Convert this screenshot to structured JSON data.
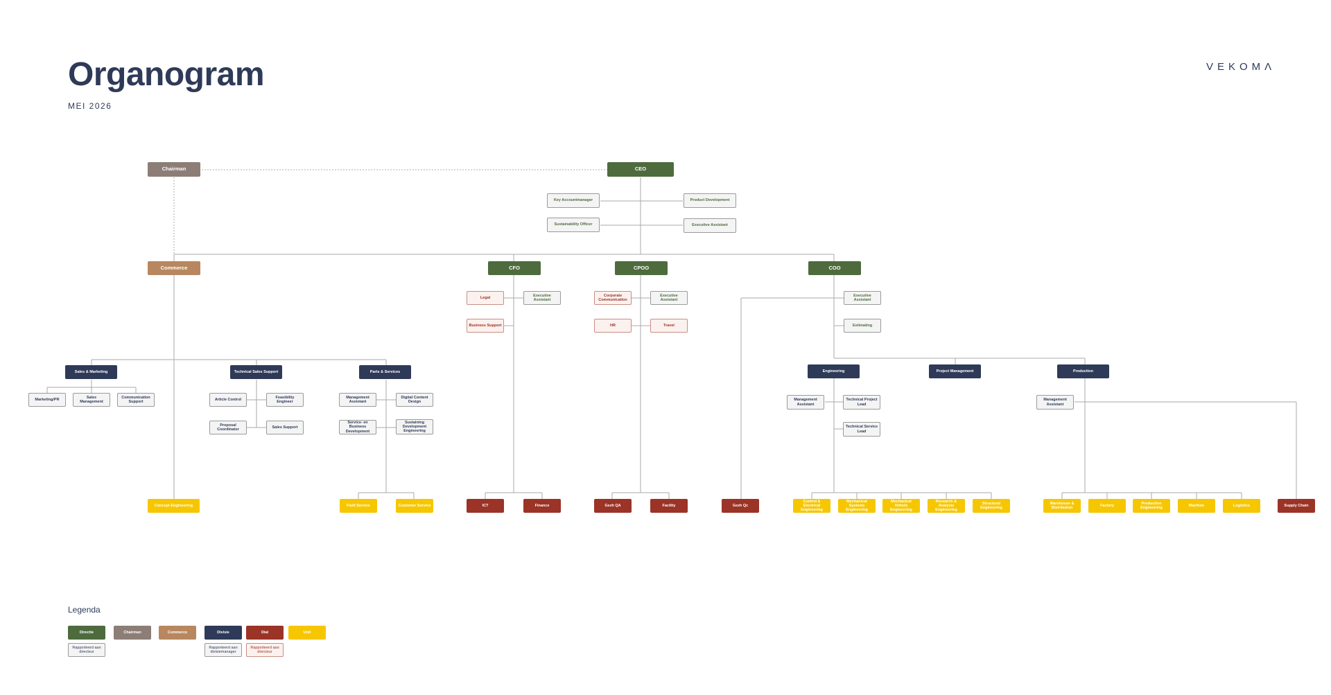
{
  "header": {
    "title": "Organogram",
    "subtitle": "MEI 2026",
    "logo": "VEKOMΛ"
  },
  "colors": {
    "directie": "#4e6b3e",
    "chairman": "#8c7d77",
    "commerce": "#b8875f",
    "divisie": "#2e3a58",
    "dial": "#9b3326",
    "unit": "#f6c700"
  },
  "top": {
    "chairman": "Chairman",
    "ceo": "CEO"
  },
  "ceo_staff": {
    "key_account": "Key Accountmanager",
    "product_dev": "Product Development",
    "sustainability": "Sustainability Officer",
    "exec_assistant": "Executive Assistant"
  },
  "directors": {
    "commerce": "Commerce",
    "cfo": "CFO",
    "cpoo": "CPOO",
    "coo": "COO"
  },
  "cfo_staff": {
    "legal": "Legal",
    "exec_assistant": "Executive Assistant",
    "business_support": "Business Support"
  },
  "cpoo_staff": {
    "corp_comm": "Corporate Communication",
    "exec_assistant": "Executive Assistant",
    "hr": "HR",
    "travel": "Travel"
  },
  "coo_staff": {
    "exec_assistant": "Executive Assistant",
    "estimating": "Estimating"
  },
  "divisions": {
    "sales_marketing": "Sales & Marketing",
    "tech_sales": "Technical Sales Support",
    "parts_services": "Parts & Services",
    "engineering": "Engineering",
    "project_mgmt": "Project Management",
    "production": "Production"
  },
  "sales_children": {
    "marketing_pr": "Marketing/PR",
    "sales_mgmt": "Sales Management",
    "comm_support": "Communication Support"
  },
  "tech_children": {
    "article_control": "Article Control",
    "feasibility": "Feasibility Engineer",
    "proposal": "Proposal Coordinator",
    "sales_support": "Sales Support"
  },
  "parts_children": {
    "mgmt_assistant": "Management Assistant",
    "digital_content": "Digital Content Design",
    "service_bd": "Service- en Business Development",
    "sustaining": "Sustaining Development Engineering"
  },
  "eng_staff": {
    "mgmt_assistant": "Management Assistant",
    "tech_project_lead": "Technical Project Lead",
    "tech_service_lead": "Technical Service Lead"
  },
  "prod_staff": {
    "mgmt_assistant": "Management Assistant"
  },
  "units": {
    "concept_eng": "Concept Engineering",
    "field_service": "Field Service",
    "customer_service": "Customer Service",
    "ict": "ICT",
    "finance": "Finance",
    "gezh_qa": "Gezh QA",
    "facility": "Facility",
    "gezh_qc": "Gezh Qc",
    "control_elec": "Control & Electrical Engineering",
    "mech_systems": "Mechanical Systems Engineering",
    "mech_vehicle": "Mechanical Vehicle Engineering",
    "research_analysis": "Research & Analysis Engineering",
    "structural": "Structural Engineering",
    "warehouse": "Warehouse & Distribution",
    "factory": "Factory",
    "production_eng": "Production Engineering",
    "machine": "Machine",
    "logistics": "Logistics",
    "supply_chain": "Supply Chain"
  },
  "legend": {
    "title": "Legenda",
    "directie": "Directie",
    "chairman": "Chairman",
    "commerce": "Commerce",
    "divisie": "Divisie",
    "dial": "Dial",
    "unit": "Unit",
    "report_director": "Rapporteerd aan directeur",
    "report_divisionmanager": "Rapporteerd aan divisiemanager",
    "report_director_red": "Rapporteerd aan directeur"
  }
}
